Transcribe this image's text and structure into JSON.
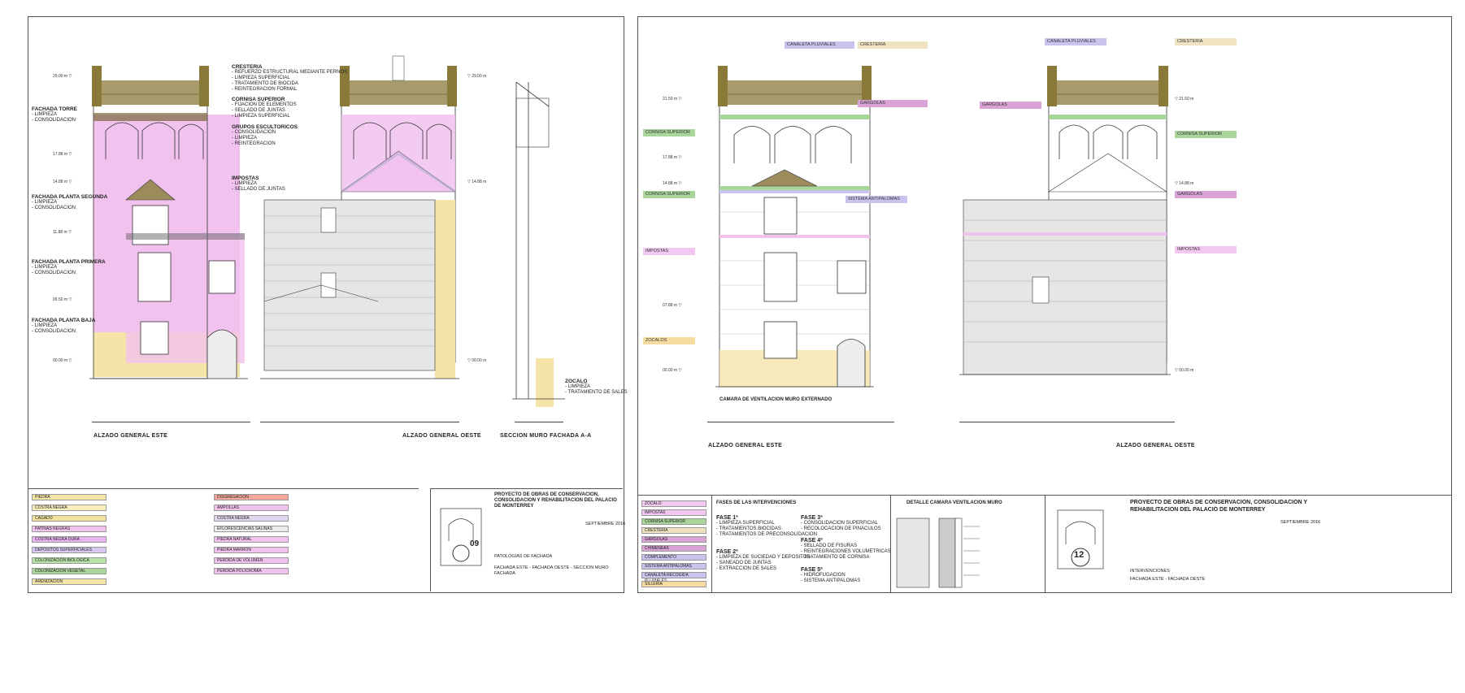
{
  "sheet_left": {
    "views": [
      {
        "title": "ALZADO GENERAL ESTE"
      },
      {
        "title": "ALZADO GENERAL OESTE"
      },
      {
        "title": "SECCION MURO FACHADA A-A"
      }
    ],
    "labels": [
      {
        "head": "CRESTERIA",
        "lines": [
          "- REFUERZO ESTRUCTURAL MEDIANTE PERNOS",
          "- LIMPIEZA SUPERFICIAL",
          "- TRATAMIENTO DE BIOCIDA",
          "- REINTEGRACION FORMAL"
        ]
      },
      {
        "head": "CORNISA SUPERIOR",
        "lines": [
          "- FIJACION DE ELEMENTOS",
          "- SELLADO DE JUNTAS",
          "- LIMPIEZA SUPERFICIAL"
        ]
      },
      {
        "head": "GRUPOS ESCULTORICOS",
        "lines": [
          "- CONSOLIDACION",
          "- LIMPIEZA",
          "- REINTEGRACION"
        ]
      },
      {
        "head": "IMPOSTAS",
        "lines": [
          "- LIMPIEZA",
          "- SELLADO DE JUNTAS"
        ]
      },
      {
        "head": "FACHADA TORRE",
        "lines": [
          "- LIMPIEZA",
          "- CONSOLIDACION"
        ]
      },
      {
        "head": "FACHADA PLANTA SEGUNDA",
        "lines": [
          "- LIMPIEZA",
          "- CONSOLIDACION"
        ]
      },
      {
        "head": "FACHADA PLANTA PRIMERA",
        "lines": [
          "- LIMPIEZA",
          "- CONSOLIDACION"
        ]
      },
      {
        "head": "FACHADA PLANTA BAJA",
        "lines": [
          "- LIMPIEZA",
          "- CONSOLIDACION"
        ]
      },
      {
        "head": "ZOCALO",
        "lines": [
          "- LIMPIEZA",
          "- TRATAMIENTO DE SALES"
        ]
      }
    ],
    "legend": [
      "PIEDRA",
      "COSTRA NEGRA",
      "CAGADO",
      "PATINAS NEGRAS",
      "COSTRA NEGRA DURA",
      "DEPOSITOS SUPERFICIALES",
      "COLONIZACION BIOLOGICA",
      "COLONIZACION VEGETAL",
      "ARENIZACION",
      "DISGREGACION",
      "AMPOLLAS",
      "COSTRA NEGRA",
      "EFLORESCENCIAS SALINAS",
      "PIEDRA NATURAL",
      "PIEDRA MARRON",
      "PERDIDA DE VOLUMEN",
      "PERDIDA POLICROMIA"
    ],
    "titleblock": {
      "project": "PROYECTO DE OBRAS DE CONSERVACION, CONSOLIDACION Y REHABILITACION DEL PALACIO DE MONTERREY",
      "date": "SEPTIEMBRE 2016",
      "number": "09",
      "plan": "PATOLOGIAS DE FACHADA",
      "subtitle": "FACHADA ESTE - FACHADA OESTE - SECCION MURO FACHADA"
    }
  },
  "sheet_right": {
    "views": [
      {
        "title": "ALZADO GENERAL ESTE"
      },
      {
        "title": "ALZADO GENERAL OESTE"
      }
    ],
    "tags": [
      {
        "text": "CANALETA PLUVIALES",
        "color": "#c9c4ee"
      },
      {
        "text": "CRESTERIA",
        "color": "#efe3c2"
      },
      {
        "text": "CORNISA SUPERIOR",
        "color": "#a9d49a"
      },
      {
        "text": "GARGOLAS",
        "color": "#d9a3d6"
      },
      {
        "text": "CORNISA SUPERIOR",
        "color": "#a9d49a"
      },
      {
        "text": "SISTEMA ANTIPALOMAS",
        "color": "#c9c4ee"
      },
      {
        "text": "IMPOSTAS",
        "color": "#f2c8f0"
      },
      {
        "text": "ZOCALOS",
        "color": "#f7dca2"
      },
      {
        "text": "CANALETA PLUVIALES",
        "color": "#c9c4ee"
      },
      {
        "text": "CRESTERIA",
        "color": "#efe3c2"
      },
      {
        "text": "GARGOLAS",
        "color": "#d9a3d6"
      },
      {
        "text": "CORNISA SUPERIOR",
        "color": "#a9d49a"
      },
      {
        "text": "GARGOLAS",
        "color": "#d9a3d6"
      },
      {
        "text": "IMPOSTAS",
        "color": "#f2c8f0"
      }
    ],
    "ventilation_note": "CAMARA DE VENTILACION MURO EXTERNADO",
    "legend": [
      "ZOCALO",
      "IMPOSTAS",
      "CORNISA SUPERIOR",
      "CRESTERIA",
      "GARGOLAS",
      "CHIMENEAS",
      "COMPLEMENTO",
      "SISTEMA ANTIPALOMAS",
      "CANALETA RECOGIDA PLUVIALES",
      "SILLERIA"
    ],
    "legend_colors": [
      "#f2c8f0",
      "#f2c8f0",
      "#a9d49a",
      "#efe3c2",
      "#d9a3d6",
      "#d9a3d6",
      "#c9c4ee",
      "#c9c4ee",
      "#c9c4ee",
      "#f7dca2"
    ],
    "phases_title": "FASES DE LAS INTERVENCIONES",
    "phases": [
      {
        "head": "FASE 1ª",
        "lines": [
          "- LIMPIEZA SUPERFICIAL",
          "- TRATAMIENTOS BIOCIDAS",
          "- TRATAMIENTOS DE PRECONSOLIDACION"
        ]
      },
      {
        "head": "FASE 2ª",
        "lines": [
          "- LIMPIEZA DE SUCIEDAD Y DEPOSITOS",
          "- SANEADO DE JUNTAS",
          "- EXTRACCION DE SALES"
        ]
      },
      {
        "head": "FASE 3ª",
        "lines": [
          "- CONSOLIDACION SUPERFICIAL",
          "- RECOLOCACION DE PINACULOS"
        ]
      },
      {
        "head": "FASE 4ª",
        "lines": [
          "- SELLADO DE FISURAS",
          "- REINTEGRACIONES VOLUMETRICAS",
          "- TRATAMIENTO DE CORNISA"
        ]
      },
      {
        "head": "FASE 5ª",
        "lines": [
          "- HIDROFUGACION",
          "- SISTEMA ANTIPALOMAS"
        ]
      }
    ],
    "detail_title": "DETALLE CAMARA VENTILACION MURO",
    "titleblock": {
      "project": "PROYECTO DE OBRAS DE CONSERVACION, CONSOLIDACION Y REHABILITACION DEL PALACIO DE MONTERREY",
      "date": "SEPTIEMBRE 2016",
      "number": "12",
      "plan": "INTERVENCIONES",
      "subtitle": "FACHADA ESTE - FACHADA OESTE"
    }
  },
  "colors": {
    "pink": "#f1c2ee",
    "yellow": "#f5e4a7",
    "stone": "#d8d8d8",
    "sculpture": "#8a7a3a"
  }
}
